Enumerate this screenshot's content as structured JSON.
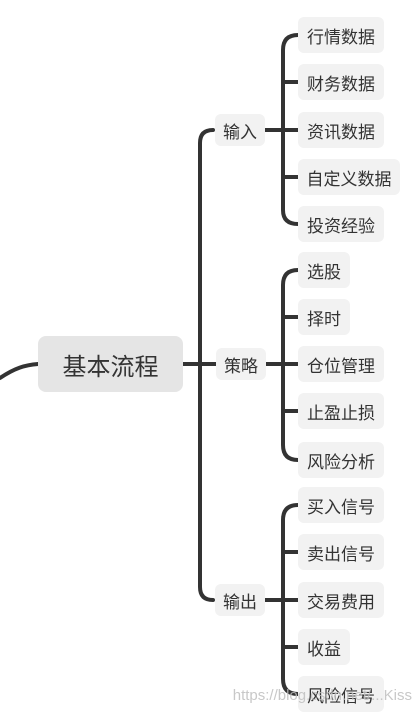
{
  "root": {
    "label": "基本流程"
  },
  "branches": [
    {
      "label": "输入",
      "children": [
        "行情数据",
        "财务数据",
        "资讯数据",
        "自定义数据",
        "投资经验"
      ]
    },
    {
      "label": "策略",
      "children": [
        "选股",
        "择时",
        "仓位管理",
        "止盈止损",
        "风险分析"
      ]
    },
    {
      "label": "输出",
      "children": [
        "买入信号",
        "卖出信号",
        "交易费用",
        "收益",
        "风险信号"
      ]
    }
  ],
  "watermark": "https://blog.csdn.net/...Kiss",
  "colors": {
    "line": "#333333",
    "node_bg": "#f2f2f2",
    "root_bg": "#e5e5e5"
  }
}
